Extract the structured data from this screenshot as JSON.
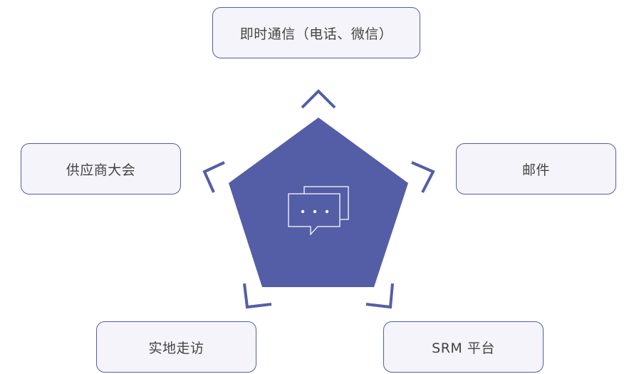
{
  "diagram": {
    "center_icon": "chat-bubbles-icon",
    "colors": {
      "accent": "#545ea6",
      "node_fill": "#f4f4fa",
      "node_text": "#444444",
      "icon_stroke": "#ffffff"
    },
    "channels": [
      {
        "id": "instant",
        "label": "即时通信（电话、微信）"
      },
      {
        "id": "conference",
        "label": "供应商大会"
      },
      {
        "id": "email",
        "label": "邮件"
      },
      {
        "id": "visit",
        "label": "实地走访"
      },
      {
        "id": "srm",
        "label": "SRM 平台"
      }
    ]
  }
}
